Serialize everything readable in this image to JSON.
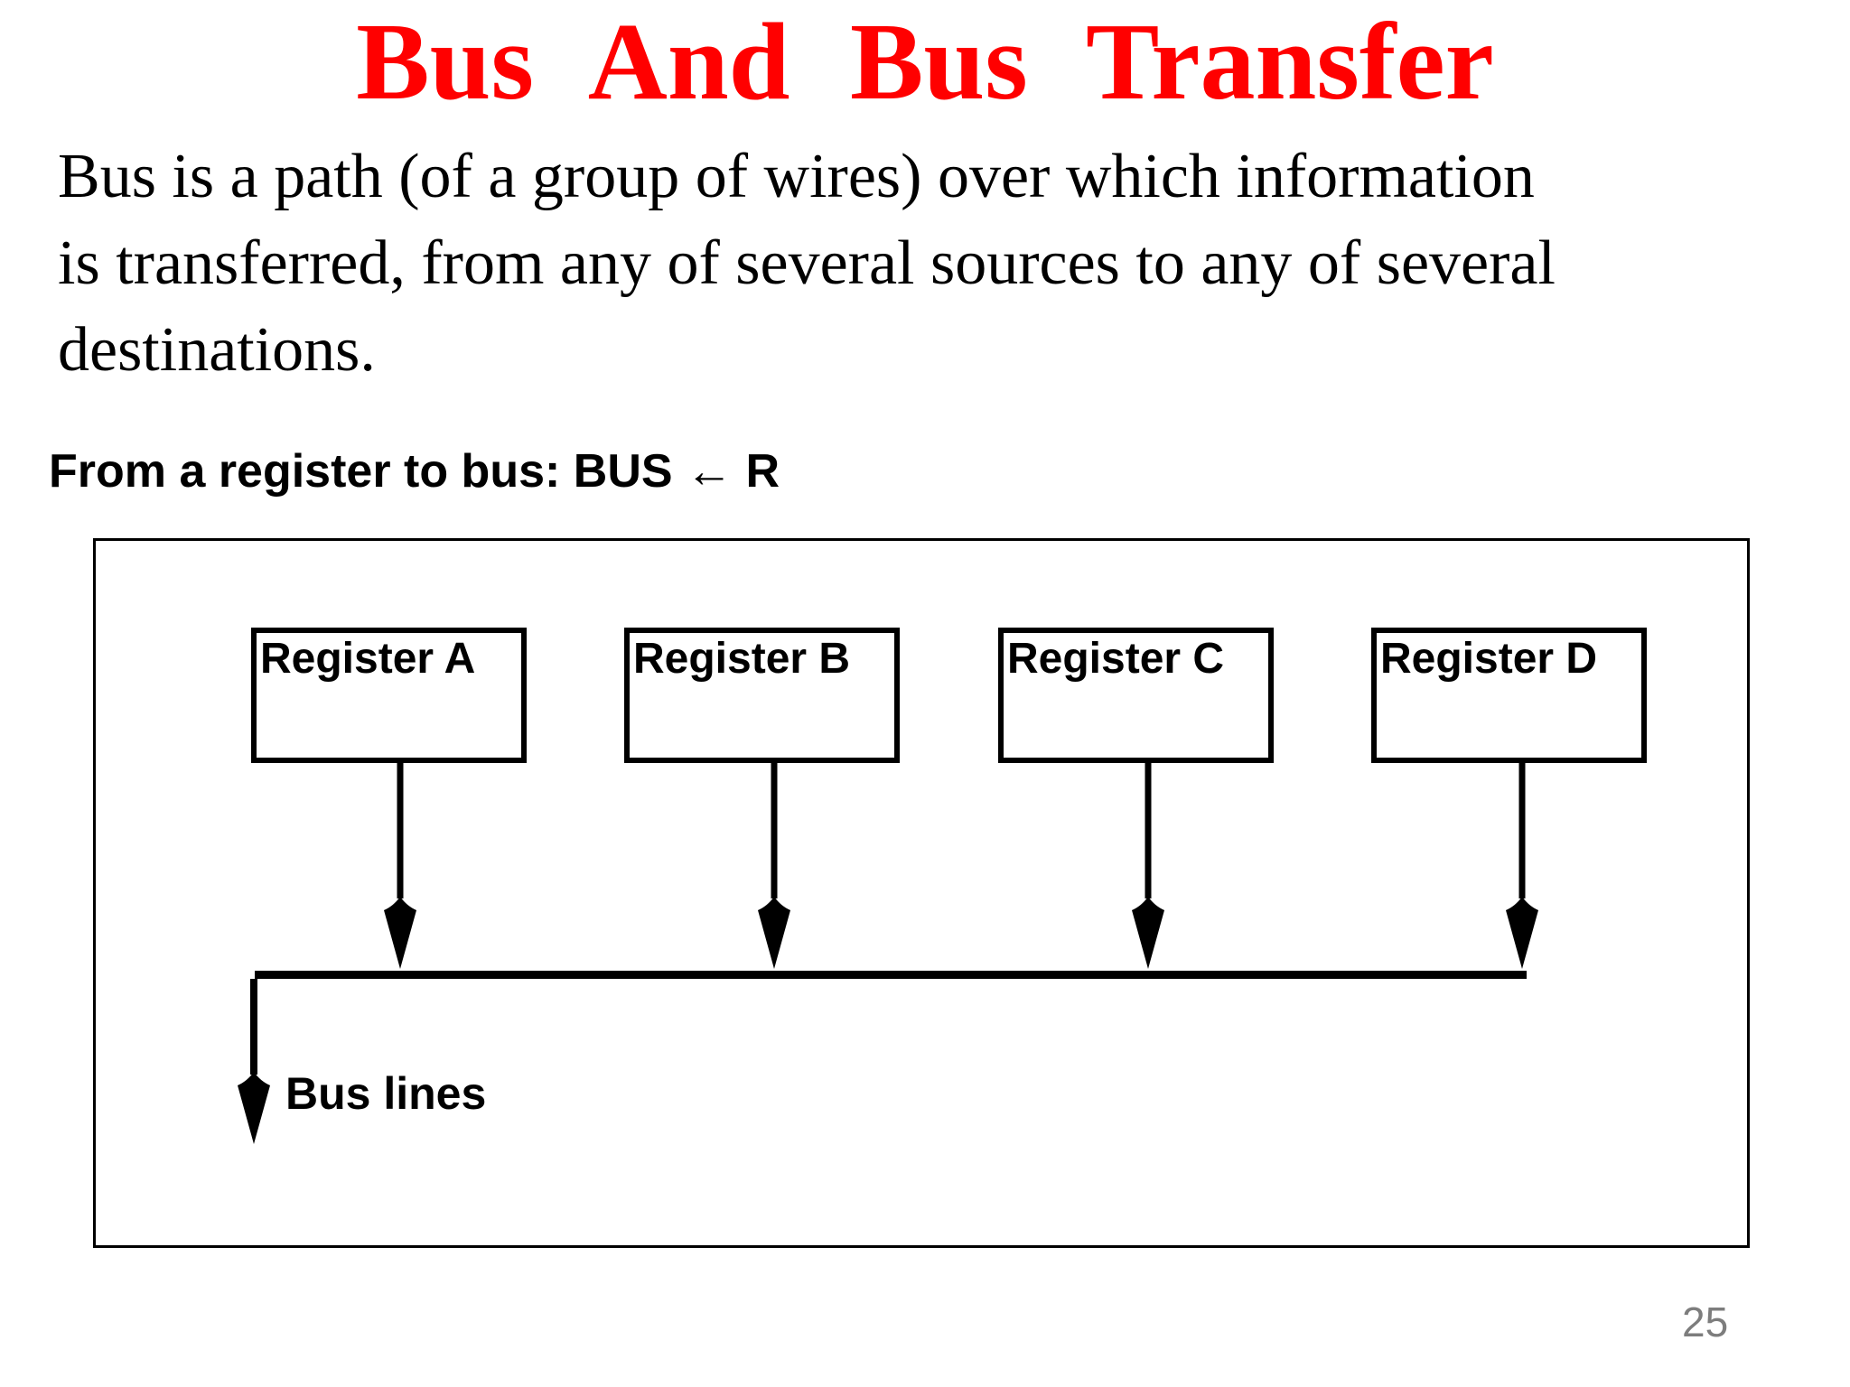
{
  "title": "Bus And Bus Transfer",
  "paragraph": {
    "lines": [
      "Bus is a path (of a group of wires) over which information",
      "is transferred, from any of several sources to any of several",
      "destinations."
    ]
  },
  "subtitle": "From a register to bus: BUS ← R",
  "diagram": {
    "registers": [
      {
        "label": "Register A"
      },
      {
        "label": "Register B"
      },
      {
        "label": "Register C"
      },
      {
        "label": "Register D"
      }
    ],
    "bus_label": "Bus lines"
  },
  "page_number": "25",
  "colors": {
    "background": "#FFFFFF",
    "title": "#FF0000",
    "text": "#000000",
    "line": "#000000",
    "page_number": "#7D7D7D"
  }
}
